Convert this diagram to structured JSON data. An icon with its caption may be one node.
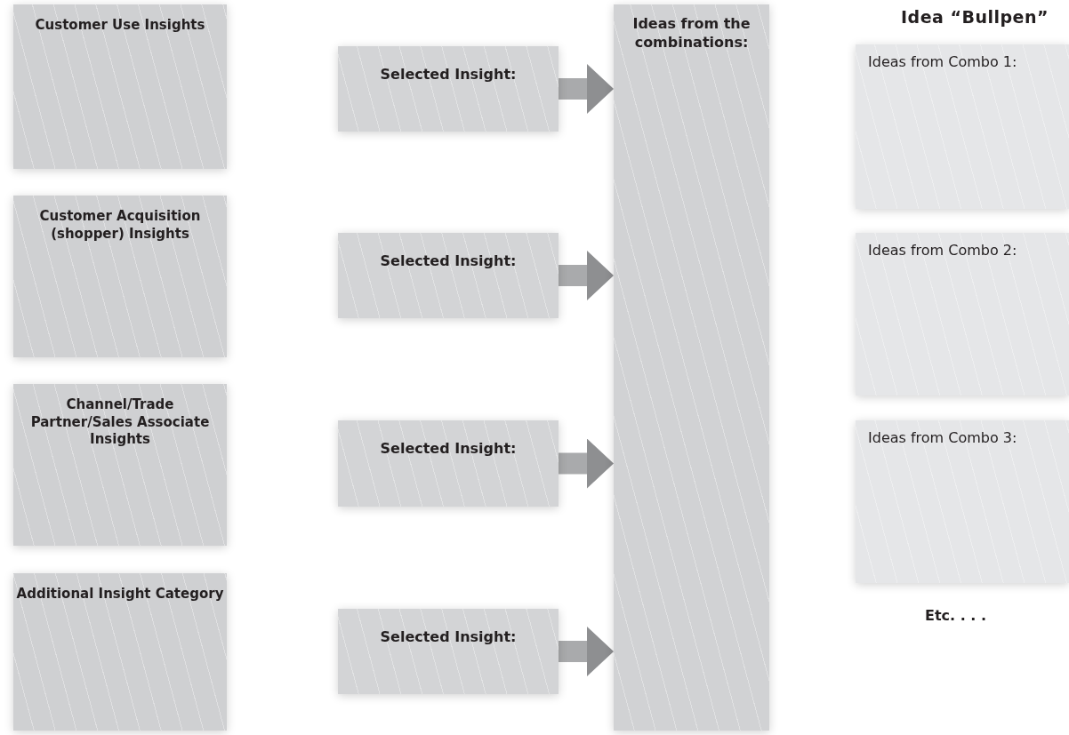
{
  "diagram": {
    "title": "Idea “Bullpen”",
    "nodes": [
      {
        "text": [
          "Customer Use Insights"
        ]
      },
      {
        "text": [
          "Customer Acquisition (shopper) Insights"
        ]
      },
      {
        "text": [
          "Channel/Trade Partner/Sales Associate Insights"
        ]
      },
      {
        "text": [
          "Additional Insight Category"
        ]
      },
      {
        "text": [
          "Selected Insight:"
        ]
      },
      {
        "text": [
          "Selected Insight:"
        ]
      },
      {
        "text": [
          "Selected Insight:"
        ]
      },
      {
        "text": [
          "Selected Insight:"
        ]
      },
      {
        "text": [
          "Ideas from the combinations:"
        ]
      },
      {
        "text": [
          "Ideas from Combo 1:"
        ]
      },
      {
        "text": [
          "Ideas from Combo 2:"
        ]
      },
      {
        "text": [
          "Ideas from Combo 3:"
        ]
      }
    ],
    "edges": [
      {
        "from": 4,
        "to": 8,
        "arrow": "to"
      },
      {
        "from": 5,
        "to": 8,
        "arrow": "to"
      },
      {
        "from": 6,
        "to": 8,
        "arrow": "to"
      },
      {
        "from": 7,
        "to": 8,
        "arrow": "to"
      }
    ],
    "labels": [
      "Etc. . . ."
    ]
  }
}
